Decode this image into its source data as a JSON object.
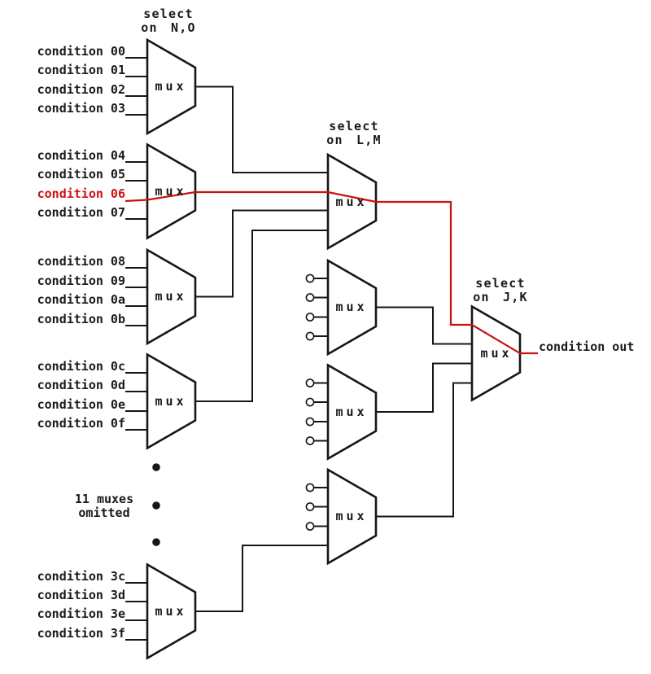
{
  "colors": {
    "wire": "#161616",
    "highlight": "#cc1111",
    "text": "#1a1a1a",
    "background": "#ffffff"
  },
  "labels": {
    "mux": "mux",
    "select_stage1": {
      "line1": "select",
      "line2": "on N,O"
    },
    "select_stage2": {
      "line1": "select",
      "line2": "on L,M"
    },
    "select_stage3": {
      "line1": "select",
      "line2": "on J,K"
    },
    "omitted_note": {
      "line1": "11 muxes",
      "line2": "omitted"
    },
    "output": "condition out"
  },
  "inputs": {
    "group1": [
      "condition 00",
      "condition 01",
      "condition 02",
      "condition 03"
    ],
    "group2": [
      "condition 04",
      "condition 05",
      "condition 06",
      "condition 07"
    ],
    "group3": [
      "condition 08",
      "condition 09",
      "condition 0a",
      "condition 0b"
    ],
    "group4": [
      "condition 0c",
      "condition 0d",
      "condition 0e",
      "condition 0f"
    ],
    "group5": [
      "condition 3c",
      "condition 3d",
      "condition 3e",
      "condition 3f"
    ]
  },
  "selection": {
    "selected_input": "condition 06",
    "selected_output": "condition out"
  }
}
